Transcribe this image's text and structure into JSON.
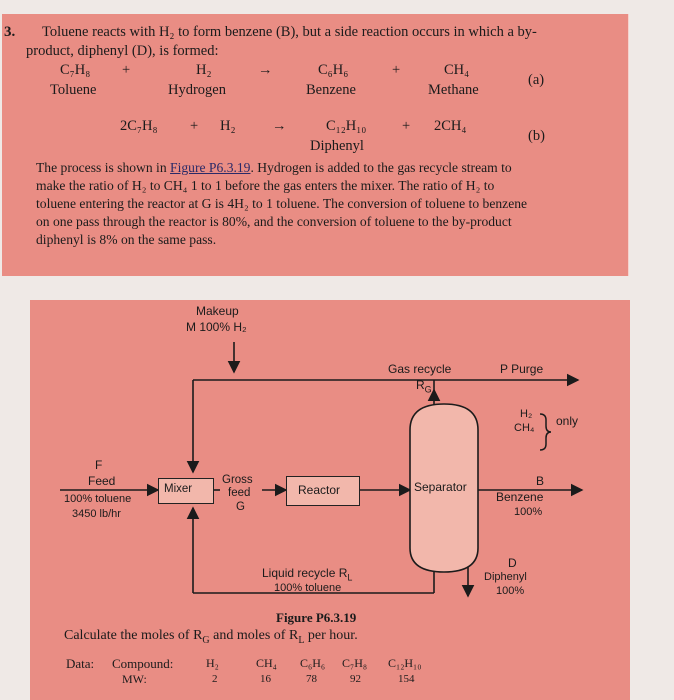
{
  "problem": {
    "number": "3.",
    "line1": "Toluene reacts with H₂ to form benzene (B), but a side reaction occurs in which a by-",
    "line2": "product, diphenyl (D), is formed:",
    "eq_a": {
      "reactant1": "C₇H₈",
      "plus1": "+",
      "reactant2": "H₂",
      "arrow": "→",
      "product1": "C₆H₆",
      "plus2": "+",
      "product2": "CH₄",
      "name1": "Toluene",
      "name2": "Hydrogen",
      "name3": "Benzene",
      "name4": "Methane",
      "label": "(a)"
    },
    "eq_b": {
      "reactant1": "2C₇H₈",
      "plus1": "+",
      "reactant2": "H₂",
      "arrow": "→",
      "product1": "C₁₂H₁₀",
      "plus2": "+",
      "product2": "2CH₄",
      "name": "Diphenyl",
      "label": "(b)"
    },
    "para": {
      "l1a": "The process is shown in ",
      "l1link": "Figure P6.3.19",
      "l1b": ". Hydrogen is added to the gas recycle stream to",
      "l2": "make the ratio of H₂ to CH₄ 1 to 1 before the gas enters the mixer. The ratio of H₂ to",
      "l3": "toluene entering the reactor at G is 4H₂ to 1 toluene. The conversion of toluene to benzene",
      "l4": "on one pass through the reactor is 80%, and the conversion of toluene to the by-product",
      "l5": "diphenyl is 8% on the same pass."
    }
  },
  "diagram": {
    "makeup_l1": "Makeup",
    "makeup_l2": "M 100% H₂",
    "gas_recycle": "Gas recycle",
    "rg": "R",
    "rg_sub": "G",
    "purge": "P Purge",
    "purge_h2": "H₂",
    "purge_ch4": "CH₄",
    "purge_only": "only",
    "feed_f": "F",
    "feed": "Feed",
    "feed_comp": "100% toluene",
    "feed_rate": "3450 lb/hr",
    "mixer": "Mixer",
    "gross1": "Gross",
    "gross2": "feed",
    "gross3": "G",
    "reactor": "Reactor",
    "separator": "Separator",
    "b_label": "B",
    "benzene": "Benzene",
    "b_pct": "100%",
    "d_label": "D",
    "diphenyl": "Diphenyl",
    "d_pct": "100%",
    "liquid_recycle": "Liquid recycle R",
    "liquid_sub": "L",
    "liquid_comp": "100% toluene"
  },
  "figure_caption": "Figure P6.3.19",
  "question": "Calculate the moles of R",
  "question_sub1": "G",
  "question_mid": " and moles of R",
  "question_sub2": "L",
  "question_end": " per hour.",
  "data_table": {
    "data_label": "Data:",
    "compound_label": "Compound:",
    "mw_label": "MW:",
    "compounds": [
      "H₂",
      "CH₄",
      "C₆H₆",
      "C₇H₈",
      "C₁₂H₁₀"
    ],
    "mw": [
      "2",
      "16",
      "78",
      "92",
      "154"
    ]
  }
}
